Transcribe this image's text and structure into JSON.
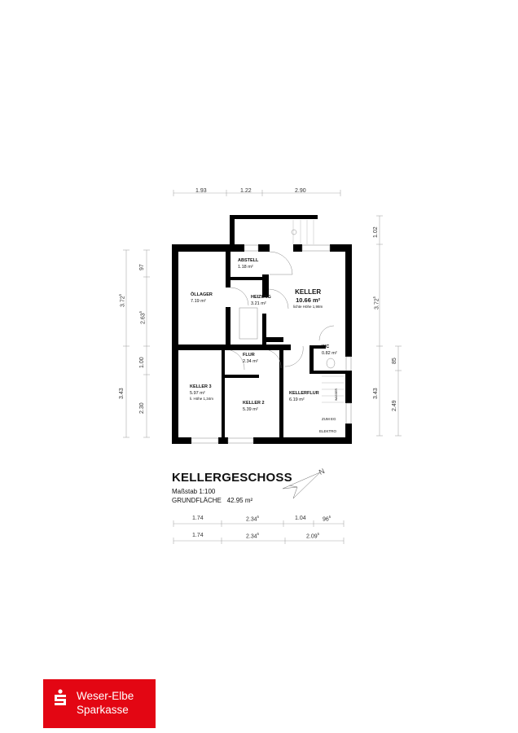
{
  "dimensions": {
    "top": [
      "1.93",
      "1.22",
      "2.90"
    ],
    "left_outer": [
      {
        "v": "3.72",
        "sup": "5"
      },
      {
        "v": "3.43",
        "sup": ""
      }
    ],
    "left_inner": [
      {
        "v": "97",
        "sup": ""
      },
      {
        "v": "2.63",
        "sup": "5"
      },
      {
        "v": "1.00",
        "sup": ""
      },
      {
        "v": "2.30",
        "sup": ""
      }
    ],
    "right_outer": [
      {
        "v": "1.02",
        "sup": ""
      },
      {
        "v": "3.72",
        "sup": "5"
      },
      {
        "v": "3.43",
        "sup": ""
      }
    ],
    "right_inner": [
      {
        "v": "85",
        "sup": ""
      },
      {
        "v": "2.49",
        "sup": ""
      }
    ],
    "bottom_row1": [
      {
        "v": "1.74",
        "sup": ""
      },
      {
        "v": "2.34",
        "sup": "5"
      },
      {
        "v": "1.04",
        "sup": ""
      },
      {
        "v": "96",
        "sup": "5"
      }
    ],
    "bottom_row2": [
      {
        "v": "1.74",
        "sup": ""
      },
      {
        "v": "2.34",
        "sup": "5"
      },
      {
        "v": "2.09",
        "sup": "5"
      }
    ]
  },
  "rooms": {
    "abstell": {
      "name": "ABSTELL",
      "area": "1.18 m²"
    },
    "oellager": {
      "name": "ÖLLAGER",
      "area": "7.19 m²"
    },
    "heizung": {
      "name": "HEIZUNG",
      "area": "3.21 m²"
    },
    "keller": {
      "name": "KELLER",
      "area": "10.66 m²",
      "note": "lichte Höhe 1,98m"
    },
    "wc": {
      "name": "WC",
      "area": "0.82 m²"
    },
    "flur": {
      "name": "FLUR",
      "area": "2.34 m²"
    },
    "keller3": {
      "name": "KELLER 3",
      "area": "5.97 m²",
      "note": "li. Höhe 1,34m"
    },
    "keller2": {
      "name": "KELLER 2",
      "area": "5.39 m²"
    },
    "kellerflur": {
      "name": "KELLERFLUR",
      "area": "6.19 m²"
    }
  },
  "labels": {
    "zum_eg": "ZUM EG",
    "elektro": "ELEKTRO",
    "wasser": "WASSER",
    "north": "N"
  },
  "legend": {
    "title": "KELLERGESCHOSS",
    "scale": "Maßstab 1:100",
    "area_label": "GRUNDFLÄCHE",
    "area_value": "42.95 m²"
  },
  "logo": {
    "line1": "Weser-Elbe",
    "line2": "Sparkasse",
    "color": "#e30613"
  }
}
